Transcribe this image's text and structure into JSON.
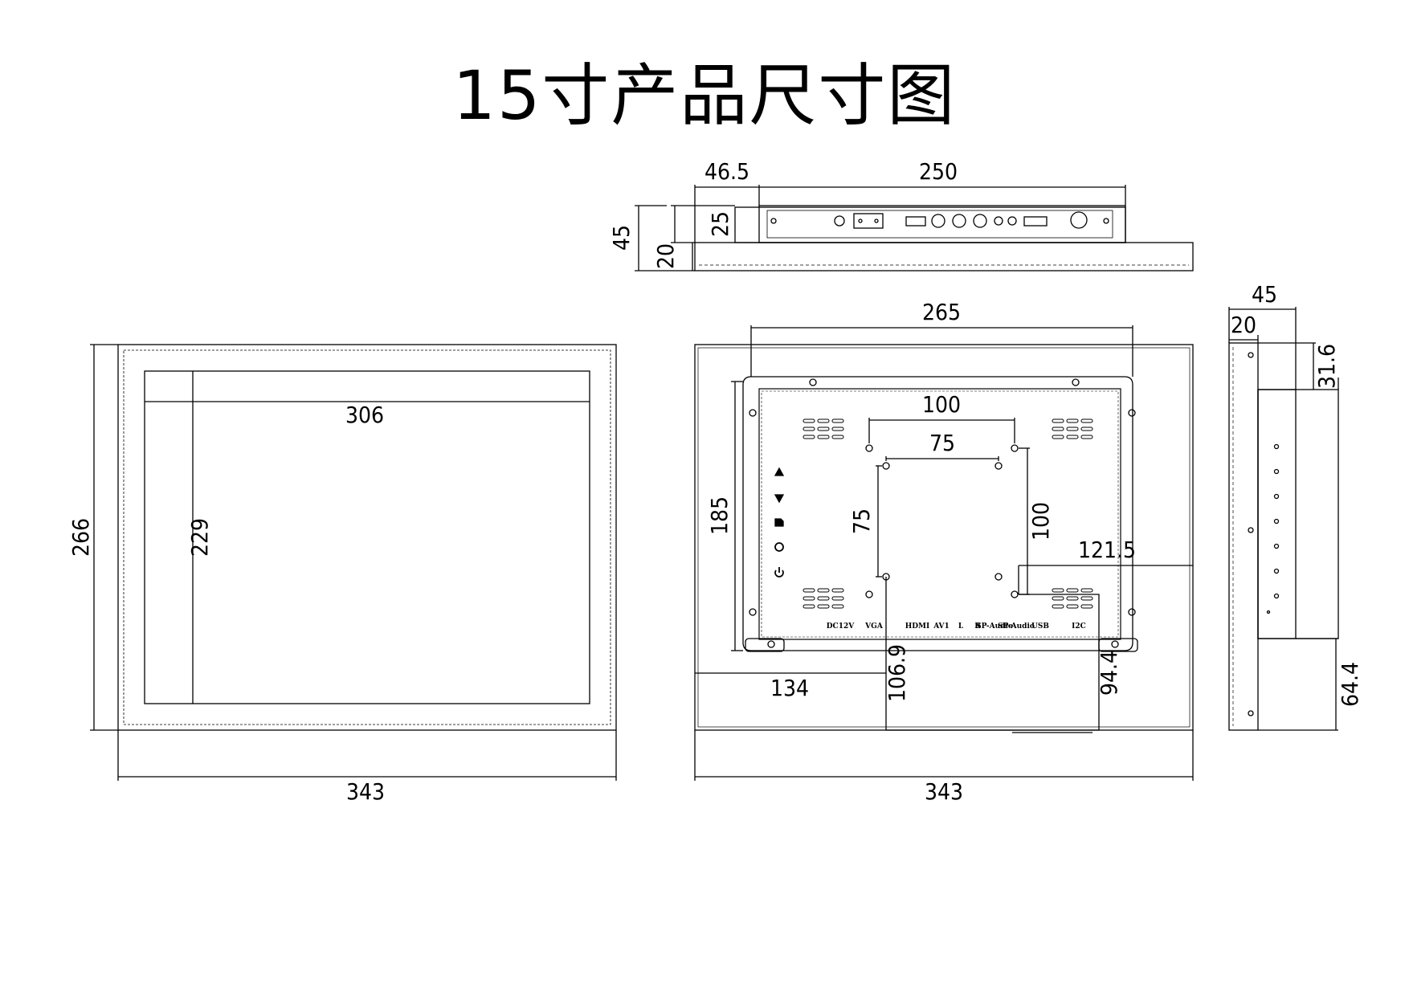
{
  "title": "15寸产品尺寸图",
  "dimensions": {
    "front": {
      "width_outer": "343",
      "height_outer": "266",
      "width_screen": "306",
      "height_screen": "229"
    },
    "top": {
      "offset": "46.5",
      "length": "250",
      "height_total": "45",
      "height_box": "25",
      "height_frame": "20"
    },
    "rear": {
      "bracket_width": "265",
      "bracket_height": "185",
      "vesa_large_w": "100",
      "vesa_small_w": "75",
      "vesa_small_h": "75",
      "vesa_large_h": "100",
      "right_offset": "121.5",
      "left_offset": "134",
      "bottom_left_h": "106.9",
      "bottom_right_h": "94.4",
      "width_outer": "343"
    },
    "side": {
      "depth_total": "45",
      "frame_depth": "20",
      "top_offset": "31.6",
      "bottom_offset": "64.4"
    }
  },
  "port_labels": [
    "DC12V",
    "VGA",
    "HDMI",
    "AV1",
    "L",
    "R",
    "SP-Audio",
    "SP-Audio",
    "USB",
    "I2C"
  ],
  "icons": [
    "up-arrow-icon",
    "down-arrow-icon",
    "menu-icon",
    "source-icon",
    "power-icon"
  ]
}
